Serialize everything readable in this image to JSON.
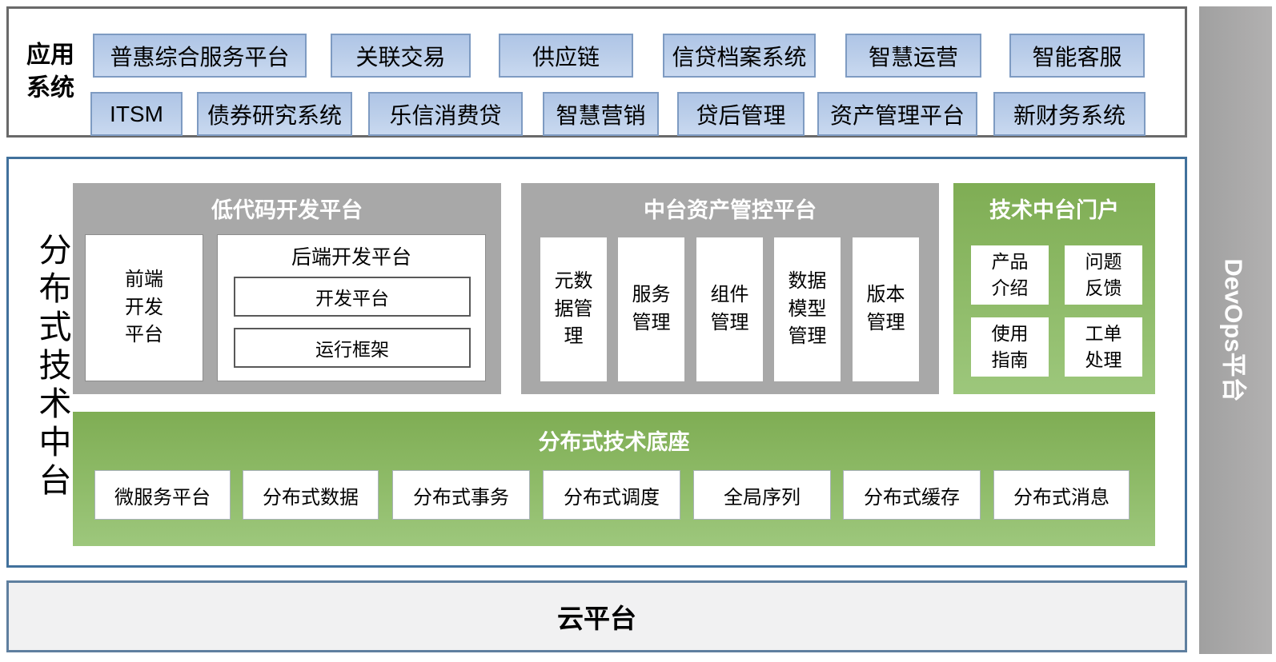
{
  "colors": {
    "app_button_fill": "#bccfea",
    "app_button_border": "#7e9bc2",
    "panel_gray": "#a8a8a8",
    "panel_green": "#8cb965",
    "mid_border_blue": "#41719c",
    "outer_border_gray": "#696969",
    "cloud_fill": "#f1f1f2",
    "cloud_border": "#5f7f9f",
    "devops_gray": "#a9a9a9",
    "title_text": "#ffffff"
  },
  "app_systems": {
    "label": "应用系统",
    "row1": [
      "普惠综合服务平台",
      "关联交易",
      "供应链",
      "信贷档案系统",
      "智慧运营",
      "智能客服"
    ],
    "row2": [
      "ITSM",
      "债券研究系统",
      "乐信消费贷",
      "智慧营销",
      "贷后管理",
      "资产管理平台",
      "新财务系统"
    ]
  },
  "middle_platform": {
    "side_label": "分布式技术中台",
    "low_code": {
      "title": "低代码开发平台",
      "frontend_label": "前端开发平台",
      "backend_title": "后端开发平台",
      "backend_items": [
        "开发平台",
        "运行框架"
      ]
    },
    "asset_control": {
      "title": "中台资产管控平台",
      "items": [
        "元数据管理",
        "服务管理",
        "组件管理",
        "数据模型管理",
        "版本管理"
      ]
    },
    "portal": {
      "title": "技术中台门户",
      "items": [
        "产品介绍",
        "问题反馈",
        "使用指南",
        "工单处理"
      ]
    },
    "tech_base": {
      "title": "分布式技术底座",
      "items": [
        "微服务平台",
        "分布式数据",
        "分布式事务",
        "分布式调度",
        "全局序列",
        "分布式缓存",
        "分布式消息"
      ]
    }
  },
  "cloud_platform": {
    "label": "云平台"
  },
  "devops": {
    "label": "DevOps平台"
  }
}
